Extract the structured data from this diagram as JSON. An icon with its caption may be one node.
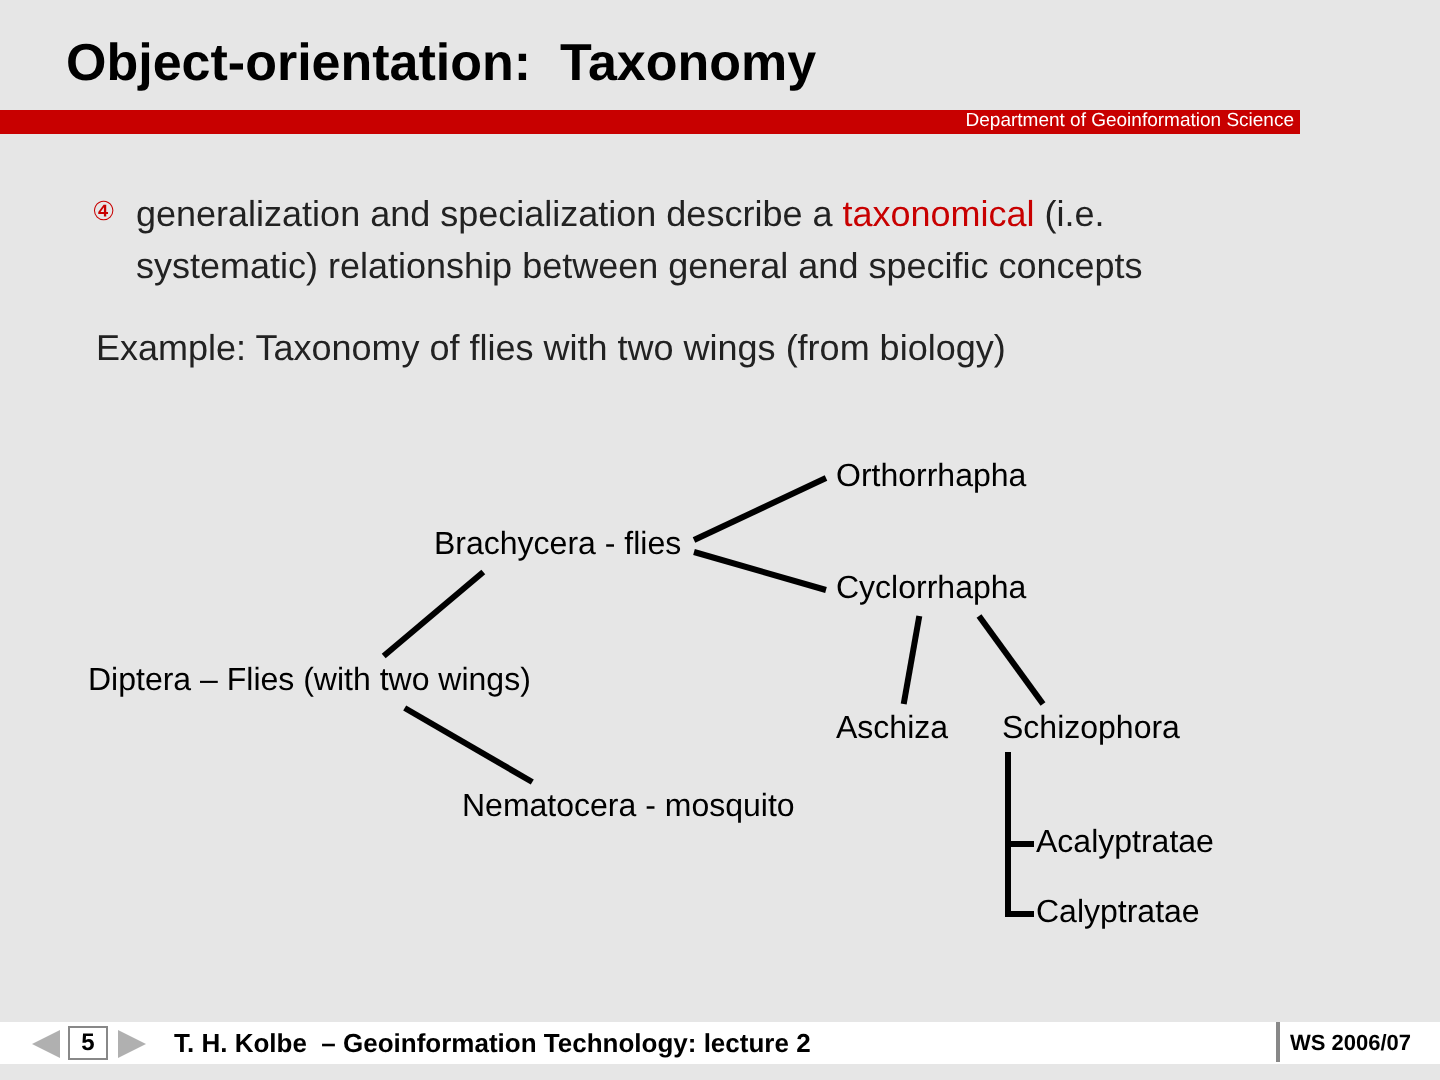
{
  "diagram": {
    "title": "Object-orientation:  Taxonomy",
    "nodes": [
      {
        "text": [
          "Diptera – Flies (with two wings)"
        ]
      },
      {
        "text": [
          "Brachycera - flies"
        ]
      },
      {
        "text": [
          "Nematocera - mosquito"
        ]
      },
      {
        "text": [
          "Orthorrhapha"
        ]
      },
      {
        "text": [
          "Cyclorrhapha"
        ]
      },
      {
        "text": [
          "Aschiza"
        ]
      },
      {
        "text": [
          "Schizophora"
        ]
      },
      {
        "text": [
          "Acalyptratae"
        ]
      },
      {
        "text": [
          "Calyptratae"
        ]
      }
    ],
    "edges": [
      {
        "from": 0,
        "to": 1,
        "arrow": "none"
      },
      {
        "from": 0,
        "to": 2,
        "arrow": "none"
      },
      {
        "from": 1,
        "to": 3,
        "arrow": "none"
      },
      {
        "from": 1,
        "to": 4,
        "arrow": "none"
      },
      {
        "from": 4,
        "to": 5,
        "arrow": "none"
      },
      {
        "from": 4,
        "to": 6,
        "arrow": "none"
      },
      {
        "from": 6,
        "to": 7,
        "arrow": "none"
      },
      {
        "from": 6,
        "to": 8,
        "arrow": "none"
      }
    ],
    "labels": [
      "Department of Geoinformation Science",
      "④",
      "generalization and specialization describe a **taxonomical** (i.e. systematic) relationship between general and specific concepts",
      "Example: Taxonomy of flies with two wings (from biology)",
      "5",
      "T. H. Kolbe  – Geoinformation Technology: lecture 2",
      "WS 2006/07"
    ]
  }
}
